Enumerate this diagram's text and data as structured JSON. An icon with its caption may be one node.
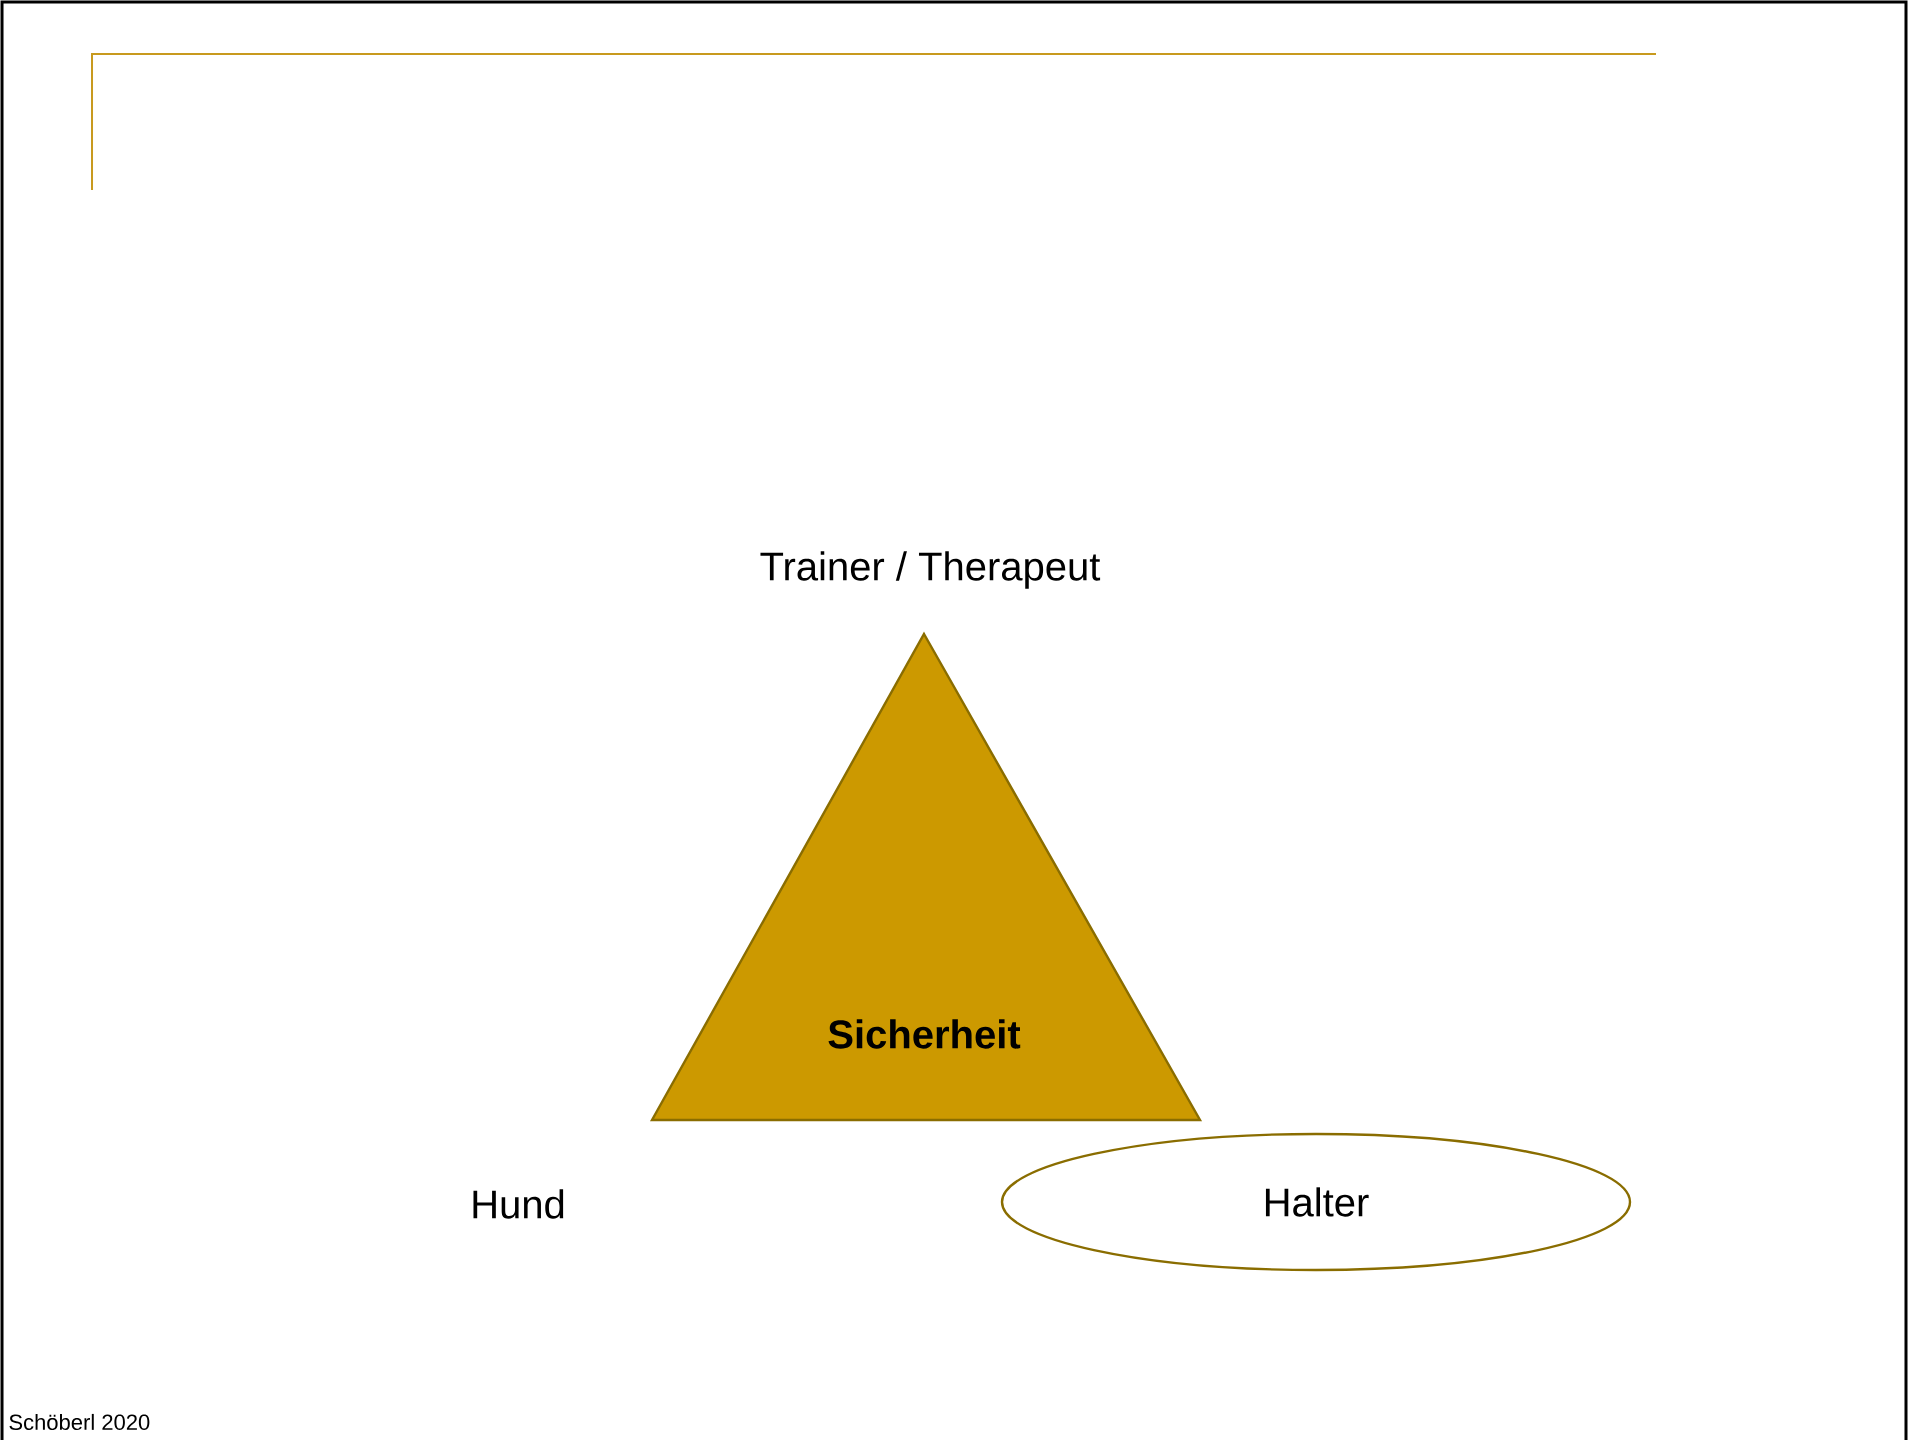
{
  "diagram": {
    "nodes": [
      {
        "text": [
          "Sicherheit"
        ]
      },
      {
        "text": [
          "Halter"
        ]
      }
    ],
    "labels": [
      "Trainer / Therapeut",
      "Hund",
      "Schöberl 2020"
    ]
  }
}
